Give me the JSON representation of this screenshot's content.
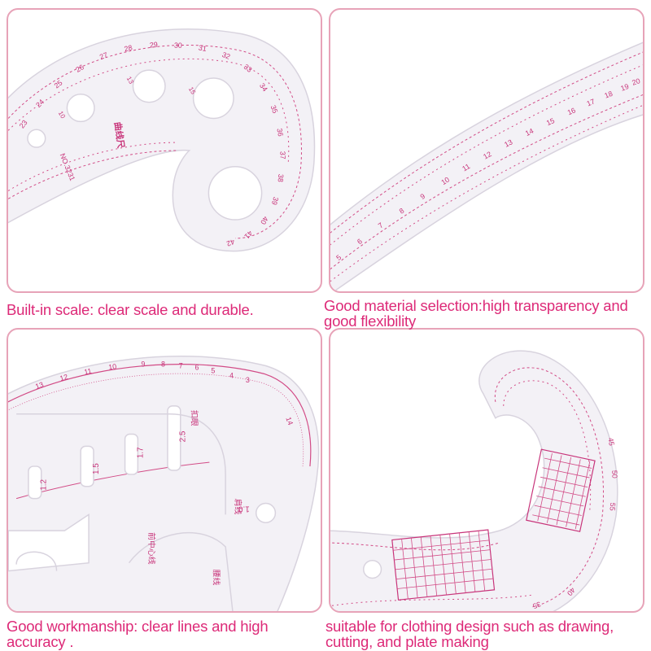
{
  "captions": {
    "top_left": "Built-in scale: clear scale and durable.",
    "top_right": "Good material selection:high transparency and good flexibility",
    "bottom_left": "Good workmanship: clear lines and high accuracy .",
    "bottom_right": "suitable for clothing design such as drawing, cutting, and plate making"
  },
  "ruler_marks": {
    "p1_outer": [
      "23",
      "24",
      "25",
      "26",
      "27",
      "28",
      "29",
      "30",
      "31",
      "32",
      "33",
      "34",
      "35",
      "36",
      "37",
      "38",
      "39",
      "40",
      "41",
      "42"
    ],
    "p1_holes": [
      "10",
      "13",
      "15"
    ],
    "p1_model": "NO.3231",
    "p1_chinese": "曲线尺",
    "p2_numbers": [
      "5",
      "6",
      "7",
      "8",
      "9",
      "10",
      "11",
      "12",
      "13",
      "14",
      "15",
      "16",
      "17",
      "18",
      "19",
      "20"
    ],
    "p3_numbers": [
      "1.2",
      "1.5",
      "1.7",
      "2.5"
    ],
    "p3_top": [
      "10",
      "11",
      "12",
      "13",
      "14",
      "9",
      "8",
      "7",
      "6",
      "5",
      "4",
      "3"
    ],
    "p3_chinese": [
      "扣眼",
      "前中心线",
      "腰线",
      "肩线",
      "1.0"
    ],
    "p4_numbers": [
      "45",
      "50",
      "55",
      "40",
      "35"
    ]
  },
  "colors": {
    "accent": "#dd2a78",
    "ruler_ink": "#c8347a",
    "panel_border": "#e7a3b8",
    "ruler_body": "#f3f1f6"
  }
}
